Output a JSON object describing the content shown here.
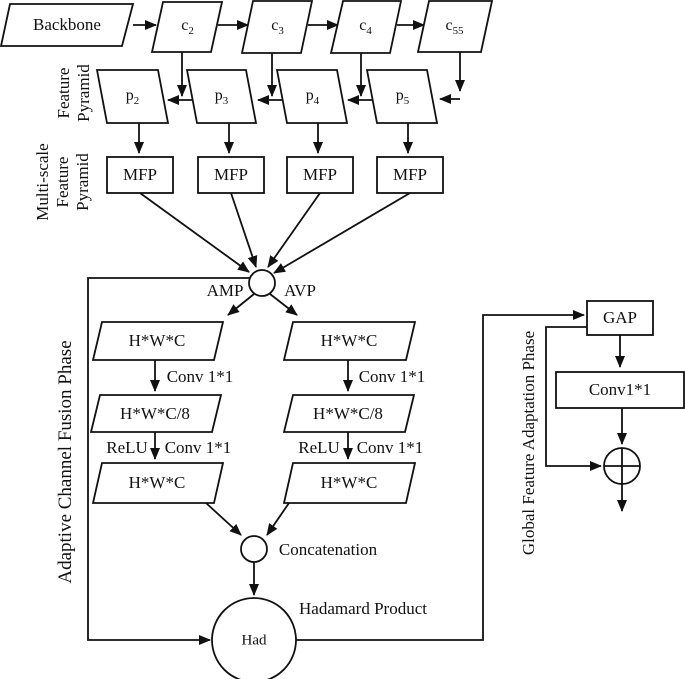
{
  "colors": {
    "line": "#111111",
    "background": "#ffffff"
  },
  "backbone": {
    "label": "Backbone"
  },
  "c_nodes": [
    {
      "base": "c",
      "sub": "2"
    },
    {
      "base": "c",
      "sub": "3"
    },
    {
      "base": "c",
      "sub": "4"
    },
    {
      "base": "c",
      "sub": "55"
    }
  ],
  "p_nodes": [
    {
      "base": "p",
      "sub": "2"
    },
    {
      "base": "p",
      "sub": "3"
    },
    {
      "base": "p",
      "sub": "4"
    },
    {
      "base": "p",
      "sub": "5"
    }
  ],
  "mfp_label": "MFP",
  "side_labels": {
    "feature_pyramid": "Feature\nPyramid",
    "multiscale_feature_pyramid": "Multi-scale\nFeature\nPyramid",
    "adaptive_channel_fusion": "Adaptive Channel Fusion Phase",
    "global_feature_adaptation": "Global Feature Adaptation Phase"
  },
  "fusion": {
    "amp": "AMP",
    "avp": "AVP"
  },
  "acf": {
    "hwc": "H*W*C",
    "hwc_div8": "H*W*C/8",
    "conv": "Conv 1*1",
    "relu": "ReLU"
  },
  "concat": {
    "label": "Concatenation"
  },
  "hadamard": {
    "title": "Hadamard Product",
    "node": "Had"
  },
  "gfa": {
    "gap": "GAP",
    "conv": "Conv1*1"
  }
}
